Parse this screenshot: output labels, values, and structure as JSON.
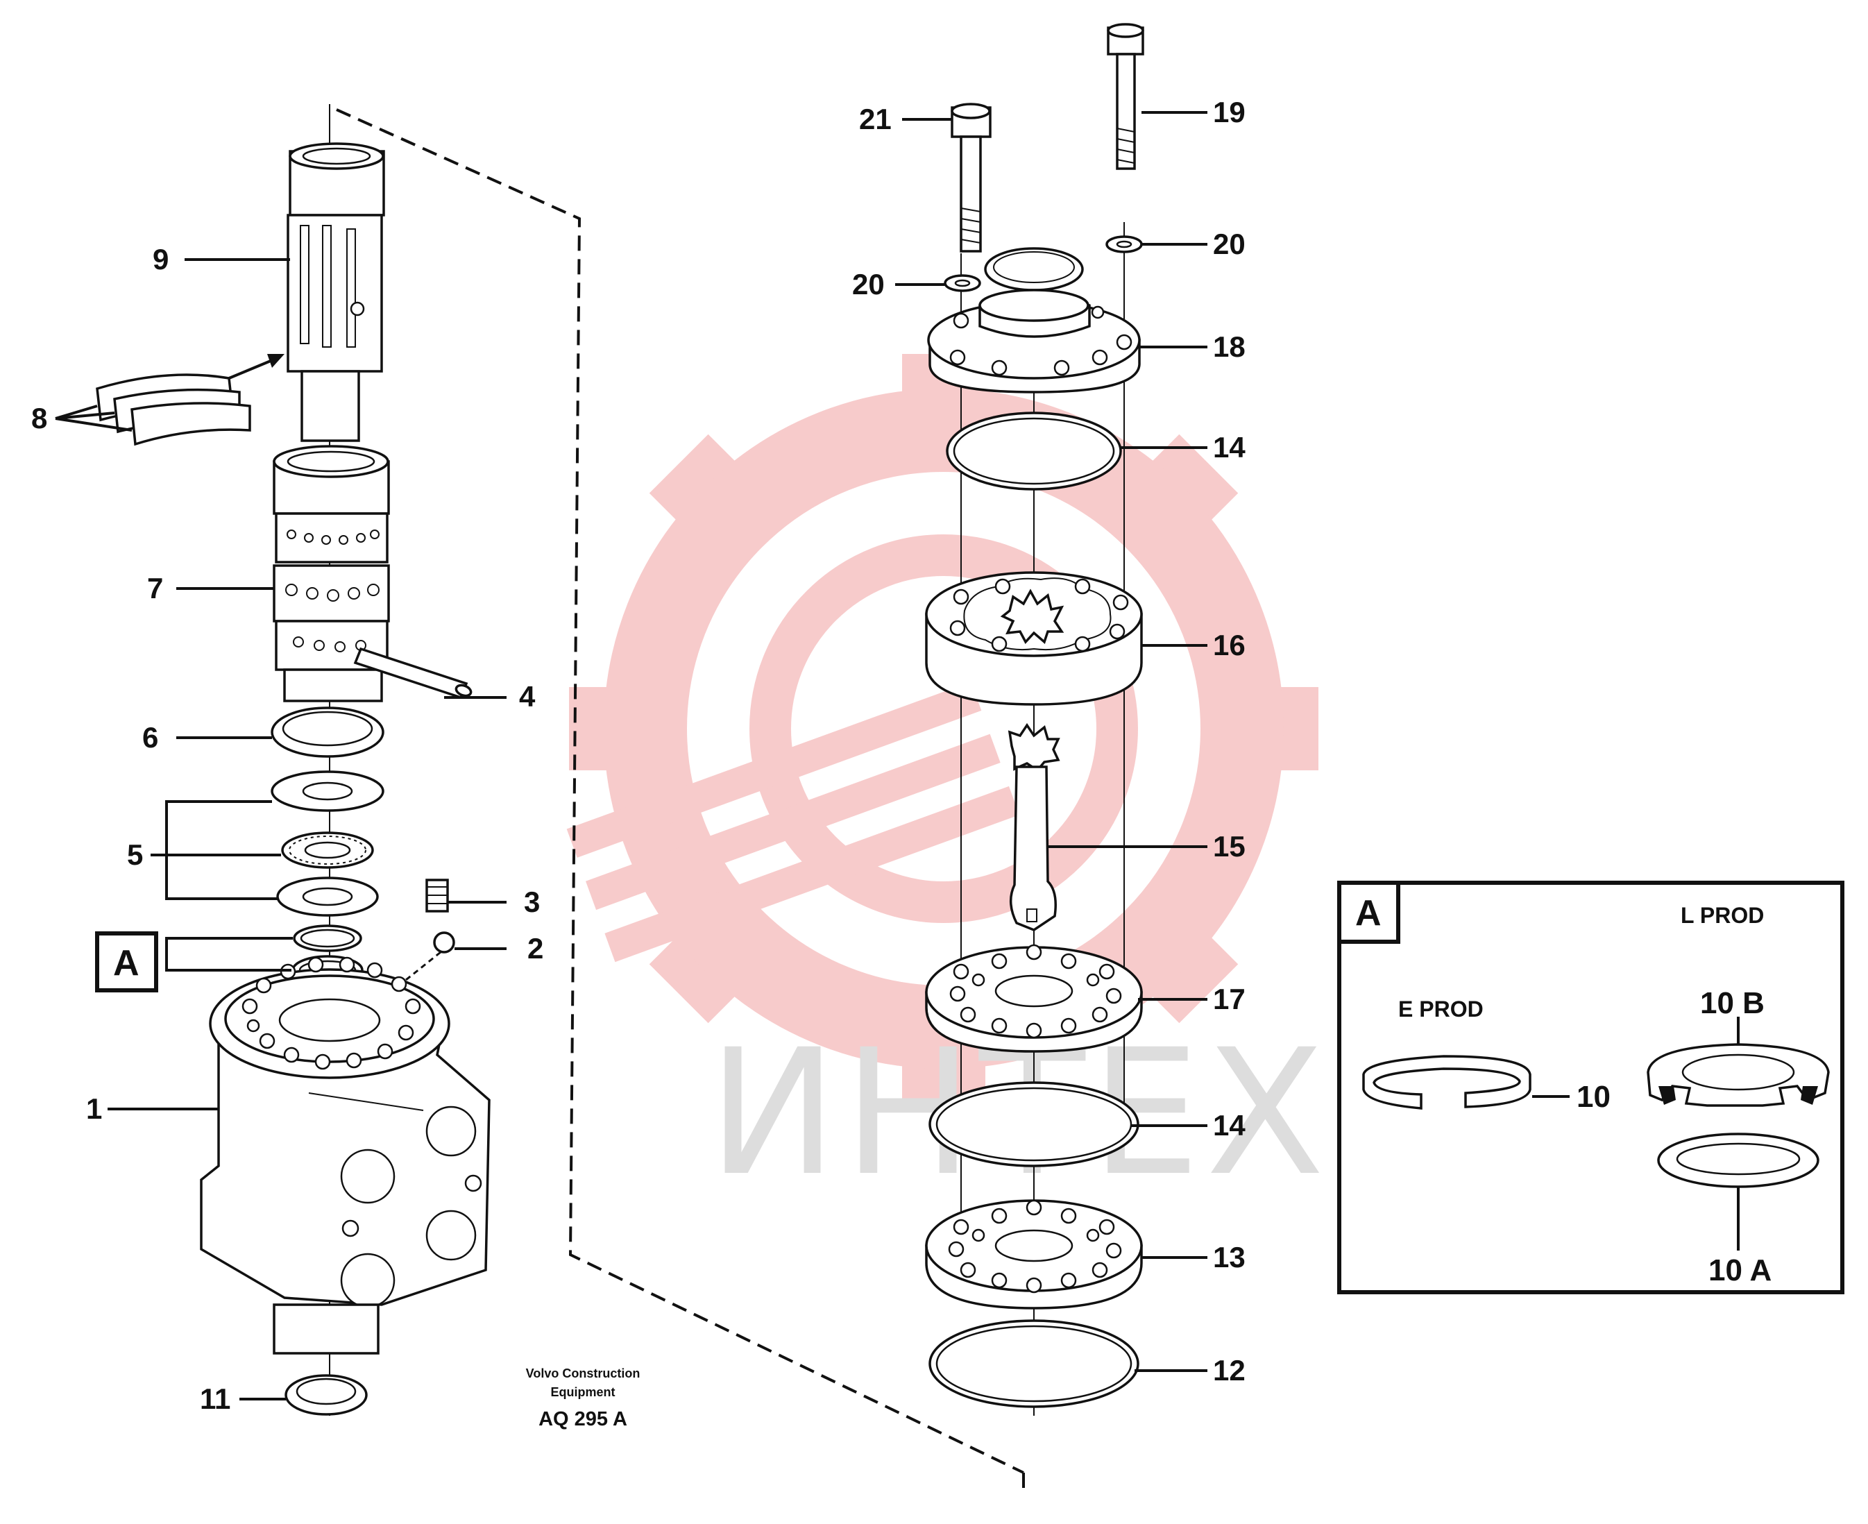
{
  "watermark": {
    "text": "ИНТЕХ",
    "gear_color": "#f7c9c9",
    "text_color": "#dcdcdc"
  },
  "callouts": {
    "p1": "1",
    "p2": "2",
    "p3": "3",
    "p4": "4",
    "p5": "5",
    "p6": "6",
    "p7": "7",
    "p8": "8",
    "p9": "9",
    "p11": "11",
    "p12": "12",
    "p13": "13",
    "p14a": "14",
    "p14b": "14",
    "p15": "15",
    "p16": "16",
    "p17": "17",
    "p18": "18",
    "p19": "19",
    "p20a": "20",
    "p20b": "20",
    "p21": "21"
  },
  "ref_box_label": "A",
  "detail": {
    "label": "A",
    "e_prod": "E PROD",
    "l_prod": "L PROD",
    "p10": "10",
    "p10b": "10 B",
    "p10a": "10 A"
  },
  "footer": {
    "line1": "Volvo Construction",
    "line2": "Equipment",
    "code": "AQ 295 A"
  }
}
